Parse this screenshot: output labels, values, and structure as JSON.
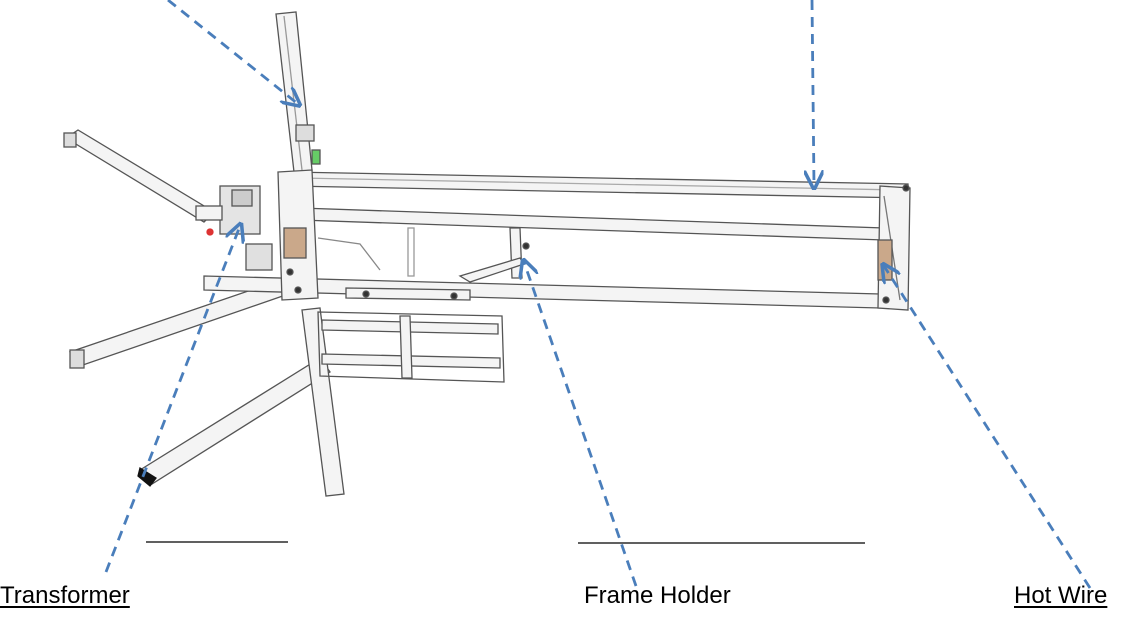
{
  "labels": {
    "transformer": "Transformer",
    "frame_holder": "Frame Holder",
    "hot_wire": "Hot Wire"
  },
  "colors": {
    "arrow": "#4a7ebb",
    "frame_stroke": "#555555",
    "frame_fill": "#f4f4f4"
  }
}
